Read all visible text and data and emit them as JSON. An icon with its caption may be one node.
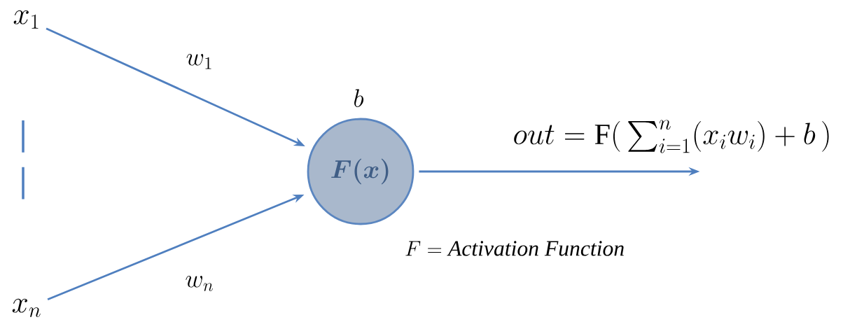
{
  "diagram": {
    "nodes": [
      {
        "text": [
          "x_1"
        ]
      },
      {
        "text": [
          "x_n"
        ]
      },
      {
        "text": [
          "\\boldsymbol{F(x)}"
        ],
        "beside": [
          "b"
        ]
      }
    ],
    "edges": [
      {
        "from": 0,
        "to": 2,
        "arrow": "to",
        "label": "w_1"
      },
      {
        "from": 1,
        "to": 2,
        "arrow": "to",
        "label": "w_n"
      },
      {
        "from": 2,
        "to": null,
        "arrow": "to"
      }
    ],
    "labels": [
      "out = \\mathrm{F}(\\, \\sum_{i=1}^{n}(x_i w_i) + b \\,)",
      "F = \\mathit{Activation\\ Function}"
    ]
  }
}
